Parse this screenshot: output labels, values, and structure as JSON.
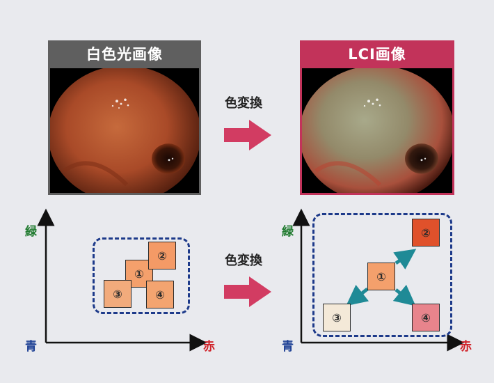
{
  "panels": {
    "white_light": {
      "title": "白色光画像"
    },
    "lci": {
      "title": "LCI画像"
    }
  },
  "conversion": {
    "top_label": "色変換",
    "bottom_label": "色変換"
  },
  "axes": {
    "y_label": "緑",
    "origin_label": "青",
    "x_label": "赤"
  },
  "squares": {
    "s1": "①",
    "s2": "②",
    "s3": "③",
    "s4": "④"
  },
  "colors": {
    "gray_header": "#5f5f5f",
    "lci_header": "#c2335a",
    "arrow": "#d23c62",
    "dashed_border": "#1d3a8a",
    "teal_arrow": "#1f8a96"
  }
}
